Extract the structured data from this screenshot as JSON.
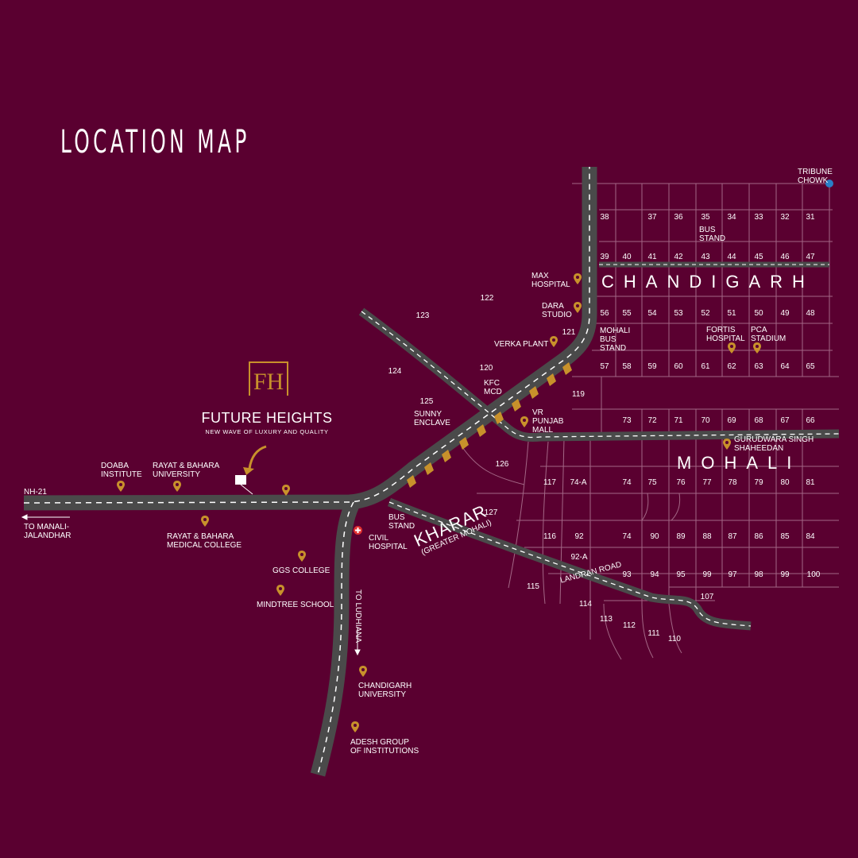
{
  "title": "LOCATION MAP",
  "brand": {
    "name": "FUTURE HEIGHTS",
    "tagline": "NEW WAVE OF LUXURY AND QUALITY",
    "monogram": "FH"
  },
  "colors": {
    "background": "#5a0030",
    "road": "#4a4a4a",
    "road_dash": "#ffffff",
    "highlight": "#c8912b",
    "pin": "#c8912b",
    "grid": "#b07a95",
    "tribune_dot": "#2a7fc8",
    "hospital_red": "#e03030"
  },
  "cities": {
    "chandigarh": "CHANDIGARH",
    "mohali": "MOHALI",
    "kharar": "KHARAR",
    "kharar_sub": "(GREATER MOHALI)"
  },
  "roads": {
    "nh21": "NH-21",
    "to_manali": "TO MANALI-\nJALANDHAR",
    "to_ludhiana": "TO LUDHIANA",
    "landran": "LANDRAN ROAD"
  },
  "landmarks": {
    "tribune_chowk": "TRIBUNE\nCHOWK",
    "bus_stand_chd": "BUS\nSTAND",
    "max_hospital": "MAX\nHOSPITAL",
    "dara_studio": "DARA\nSTUDIO",
    "verka_plant": "VERKA PLANT",
    "mohali_bus_stand": "MOHALI\nBUS\nSTAND",
    "fortis": "FORTIS\nHOSPITAL",
    "pca": "PCA\nSTADIUM",
    "kfc": "KFC\nMCD",
    "sunny_enclave": "SUNNY\nENCLAVE",
    "vr_mall": "VR\nPUNJAB\nMALL",
    "gurudwara": "GURUDWARA SINGH\nSHAHEEDAN",
    "doaba": "DOABA\nINSTITUTE",
    "rayat_univ": "RAYAT & BAHARA\nUNIVERSITY",
    "rayat_medical": "RAYAT & BAHARA\nMEDICAL COLLEGE",
    "bus_stand_kharar": "BUS\nSTAND",
    "civil_hospital": "CIVIL\nHOSPITAL",
    "ggs": "GGS COLLEGE",
    "mindtree": "MINDTREE SCHOOL",
    "chandigarh_univ": "CHANDIGARH\nUNIVERSITY",
    "adesh": "ADESH GROUP\nOF INSTITUTIONS"
  },
  "sectors": {
    "row1": [
      "38",
      "37",
      "36",
      "35",
      "34",
      "33",
      "32",
      "31"
    ],
    "row2": [
      "39",
      "40",
      "41",
      "42",
      "43",
      "44",
      "45",
      "46",
      "47"
    ],
    "row3": [
      "56",
      "55",
      "54",
      "53",
      "52",
      "51",
      "50",
      "49",
      "48"
    ],
    "row4": [
      "57",
      "58",
      "59",
      "60",
      "61",
      "62",
      "63",
      "64",
      "65"
    ],
    "row5": [
      "73",
      "72",
      "71",
      "70",
      "69",
      "68",
      "67",
      "66"
    ],
    "row6": [
      "117",
      "74-A",
      "74",
      "75",
      "76",
      "77",
      "78",
      "79",
      "80",
      "81"
    ],
    "row7": [
      "116",
      "92",
      "74",
      "90",
      "89",
      "88",
      "87",
      "86",
      "85",
      "84"
    ],
    "row8": [
      "92-A",
      "93",
      "94",
      "95",
      "99",
      "97",
      "98",
      "99",
      "100"
    ],
    "misc": {
      "s123": "123",
      "s122": "122",
      "s121": "121",
      "s124": "124",
      "s120": "120",
      "s125": "125",
      "s119": "119",
      "s126": "126",
      "s127": "127",
      "s115": "115",
      "s114": "114",
      "s113": "113",
      "s112": "112",
      "s111": "111",
      "s110": "110",
      "s107": "107"
    }
  }
}
